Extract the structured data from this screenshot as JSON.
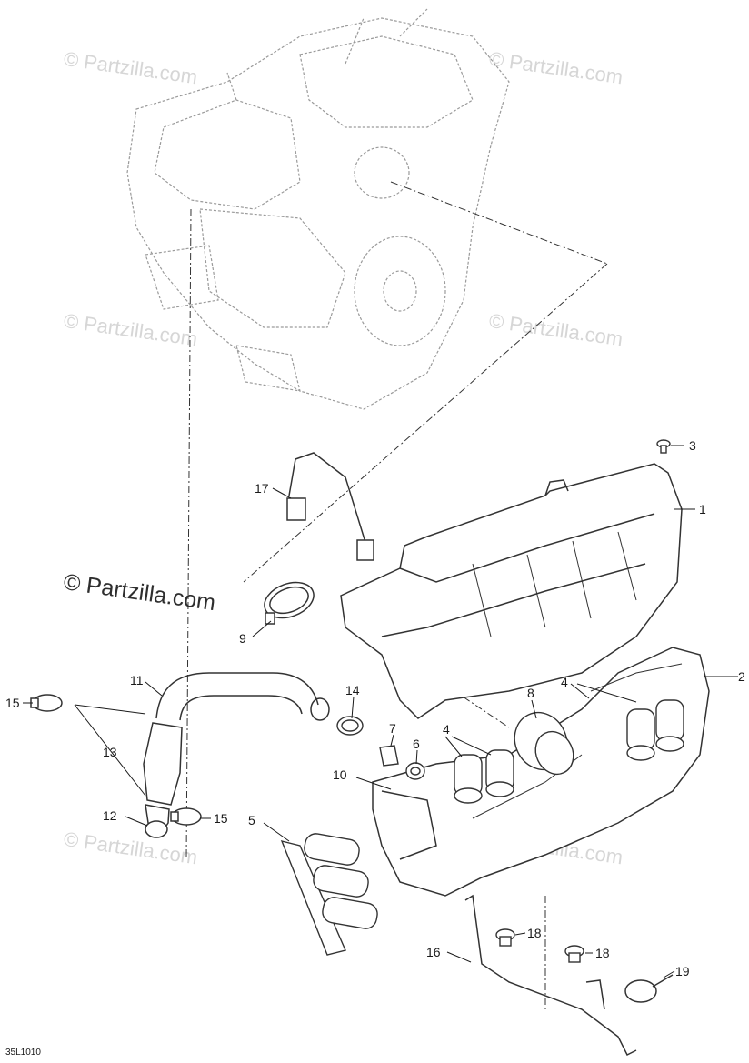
{
  "watermark": "© Partzilla.com",
  "drawing_code": "35L1010",
  "callouts": {
    "c1": "1",
    "c2": "2",
    "c3": "3",
    "c4a": "4",
    "c4b": "4",
    "c5": "5",
    "c6": "6",
    "c7": "7",
    "c8": "8",
    "c9": "9",
    "c10": "10",
    "c11": "11",
    "c12": "12",
    "c13": "13",
    "c14": "14",
    "c15a": "15",
    "c15b": "15",
    "c16": "16",
    "c17": "17",
    "c18a": "18",
    "c18b": "18",
    "c19": "19"
  },
  "colors": {
    "line": "#333333",
    "light_line": "#9a9a9a",
    "watermark": "#d6d6d6"
  }
}
